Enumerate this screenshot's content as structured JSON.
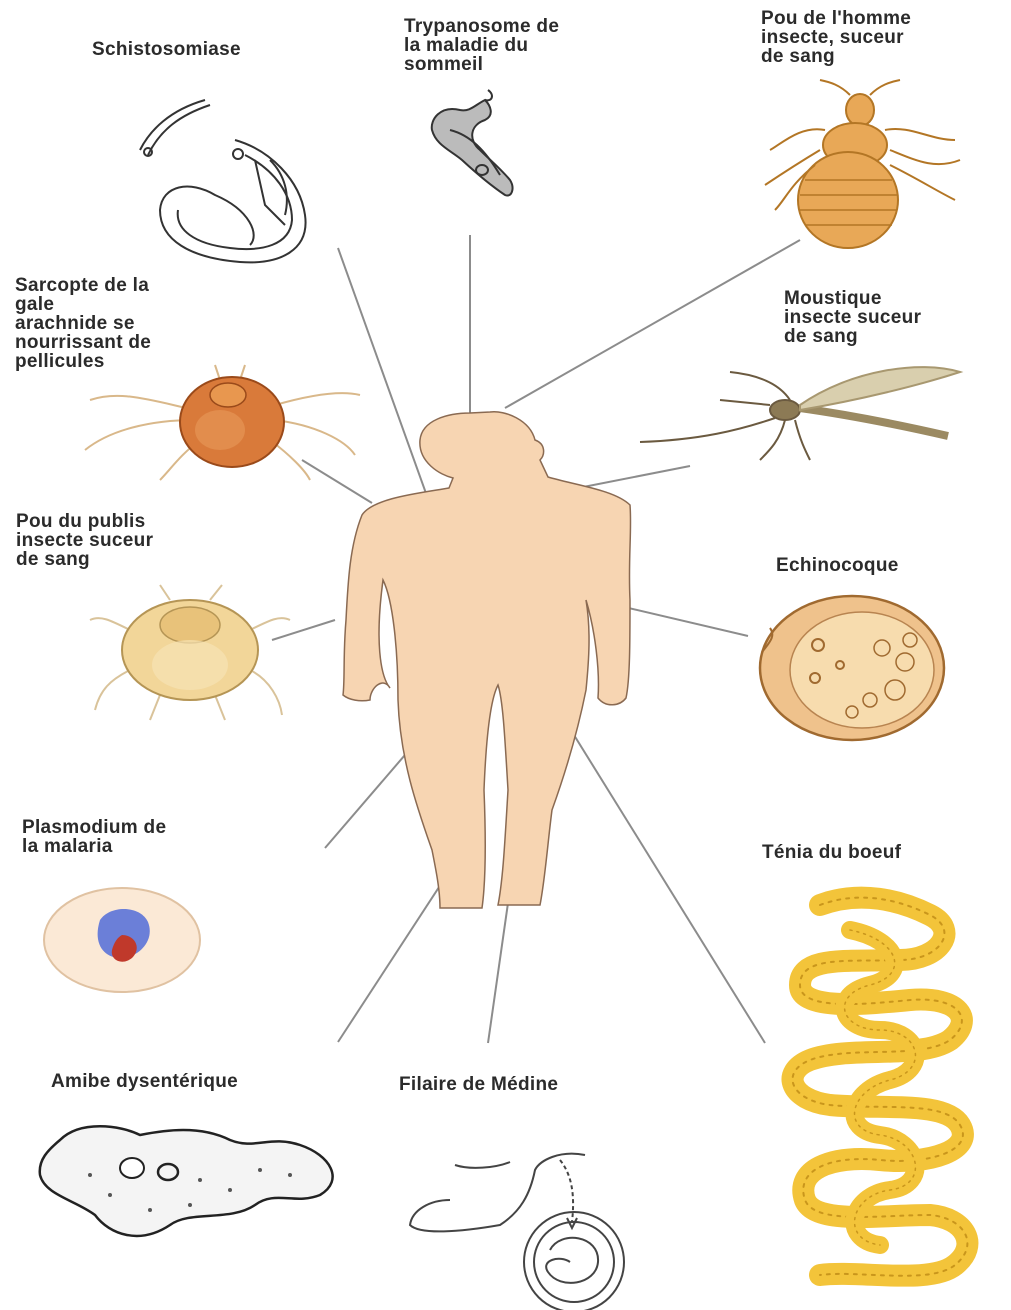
{
  "labels": {
    "schistosomiase": [
      "Schistosomiase"
    ],
    "trypanosome": [
      "Trypanosome de",
      "la maladie du",
      "sommeil"
    ],
    "pou_homme": [
      "Pou de l'homme",
      "insecte, suceur",
      "de sang"
    ],
    "sarcopte": [
      "Sarcopte de la",
      "gale",
      "arachnide se",
      "nourrissant de",
      "pellicules"
    ],
    "moustique": [
      "Moustique",
      "insecte suceur",
      "de sang"
    ],
    "pou_pubis": [
      "Pou du publis",
      "insecte suceur",
      "de sang"
    ],
    "echinocoque": [
      "Echinocoque"
    ],
    "plasmodium": [
      "Plasmodium de",
      "la malaria"
    ],
    "tenia": [
      "Ténia du boeuf"
    ],
    "amibe": [
      "Amibe dysentérique"
    ],
    "filaire": [
      "Filaire de Médine"
    ]
  },
  "colors": {
    "body_fill": "#f7d5b2",
    "body_outline": "#8a6a52",
    "leader_line": "#8c8c8c",
    "louse": "#e8a857",
    "mite": "#d97a3a",
    "tapeworm": "#f3c43a",
    "plasmodium_nucleus": "#6b7fd8",
    "plasmodium_red": "#c0392b"
  }
}
